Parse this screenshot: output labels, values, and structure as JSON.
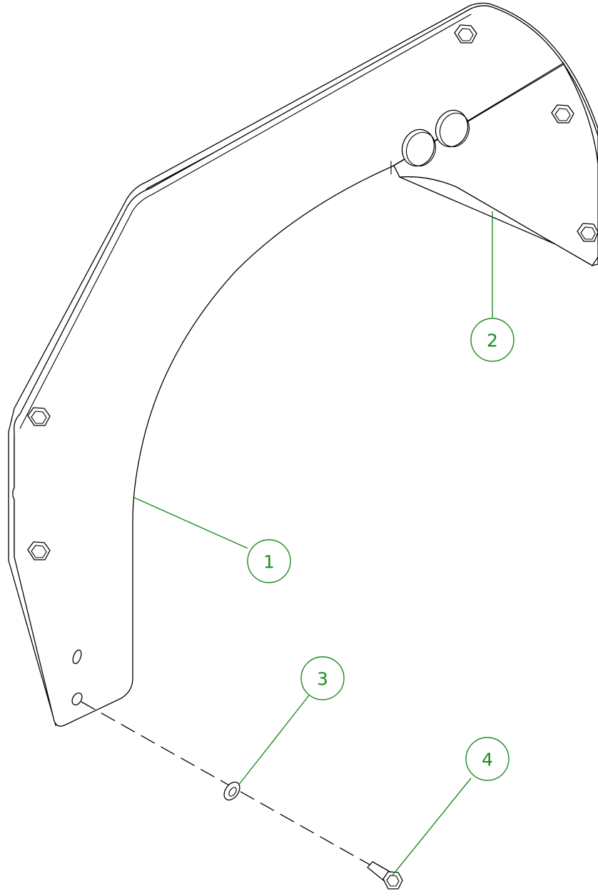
{
  "balloons": [
    {
      "label": "1",
      "color": "#1f8a1f"
    },
    {
      "label": "2",
      "color": "#1f8a1f"
    },
    {
      "label": "3",
      "color": "#1f8a1f"
    },
    {
      "label": "4",
      "color": "#1f8a1f"
    }
  ],
  "parts": {
    "part_1": "guard-plate",
    "part_2": "mounting-bracket",
    "part_3": "washer",
    "part_4": "hex-bolt"
  },
  "line_color": "#000000"
}
